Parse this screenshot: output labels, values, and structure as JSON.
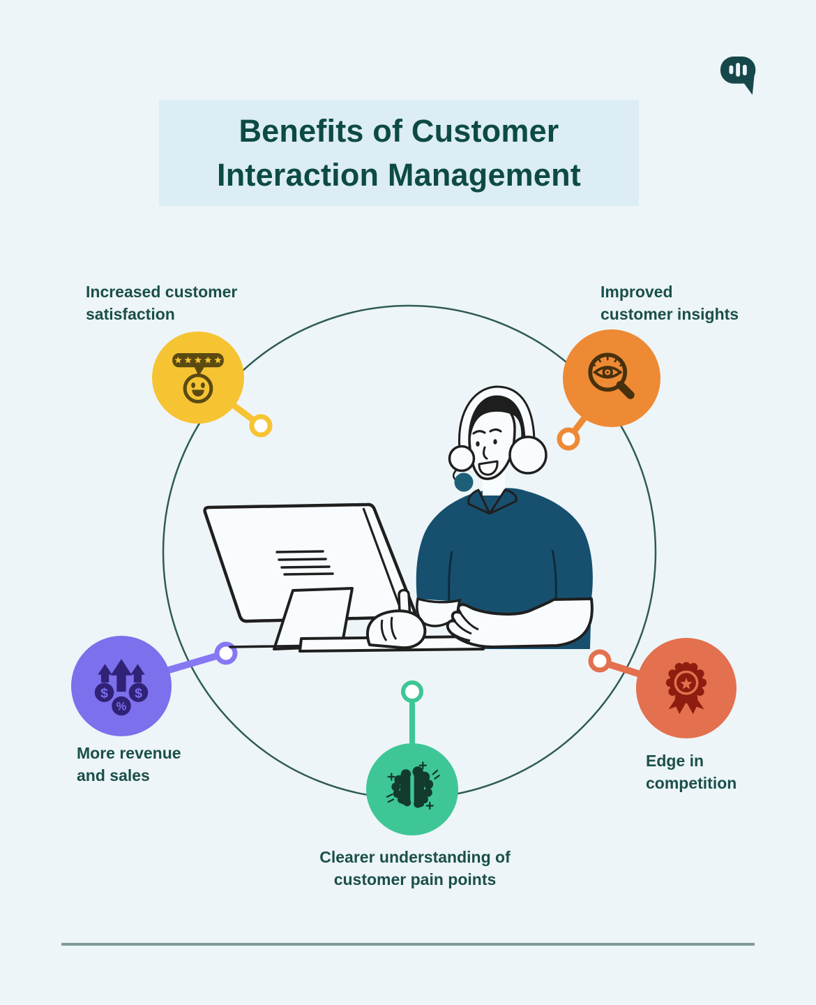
{
  "page": {
    "background": "#EDF5F8",
    "divider_color": "#7E9B96"
  },
  "brand_logo": {
    "icon": "chat-bubble-bars-icon",
    "color": "#16474B"
  },
  "title": {
    "text": "Benefits of Customer\nInteraction Management",
    "box_color": "#DCEDF6",
    "text_color": "#0D4B42"
  },
  "center_illustration": {
    "description": "customer support agent wearing headset typing at a desktop computer inside a large outlined circle",
    "outline_circle_color": "#2E5B54",
    "shirt_color": "#17506F",
    "microphone_color": "#1D5F79"
  },
  "benefits": [
    {
      "label": "Increased customer\nsatisfaction",
      "icon": "five-star-review-smiley-icon",
      "circle_color": "#F6C433",
      "icon_color": "#5A4A12"
    },
    {
      "label": "Improved\ncustomer insights",
      "icon": "eye-magnifier-icon",
      "circle_color": "#EE8A34",
      "icon_color": "#47300E"
    },
    {
      "label": "More revenue\nand sales",
      "icon": "revenue-growth-icon",
      "circle_color": "#7C70EC",
      "icon_color": "#2F2277"
    },
    {
      "label": "Clearer understanding of\ncustomer pain points",
      "icon": "brain-icon",
      "circle_color": "#3EC696",
      "icon_color": "#123A2D"
    },
    {
      "label": "Edge in\ncompetition",
      "icon": "award-badge-icon",
      "circle_color": "#E3704E",
      "icon_color": "#8E1D10"
    }
  ]
}
